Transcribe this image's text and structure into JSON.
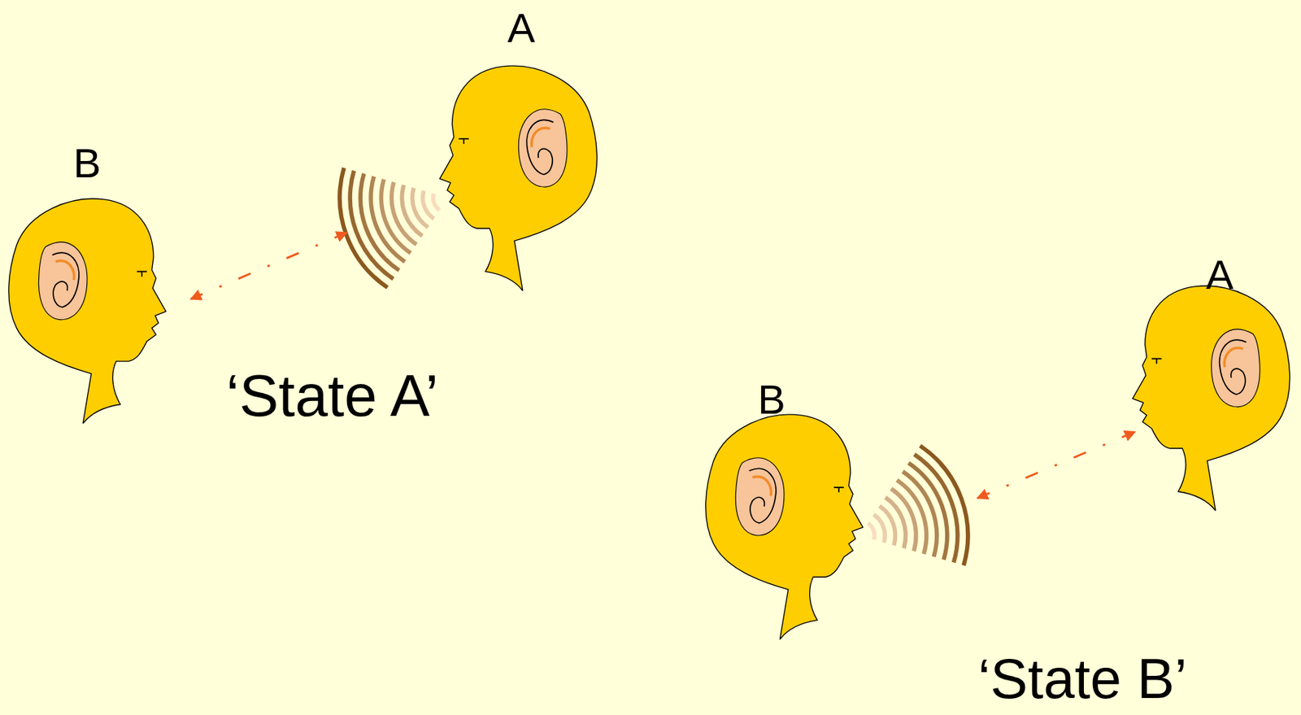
{
  "diagram": {
    "labels": [
      "A",
      "B",
      "‘State A’",
      "B",
      "A",
      "‘State B’"
    ]
  }
}
